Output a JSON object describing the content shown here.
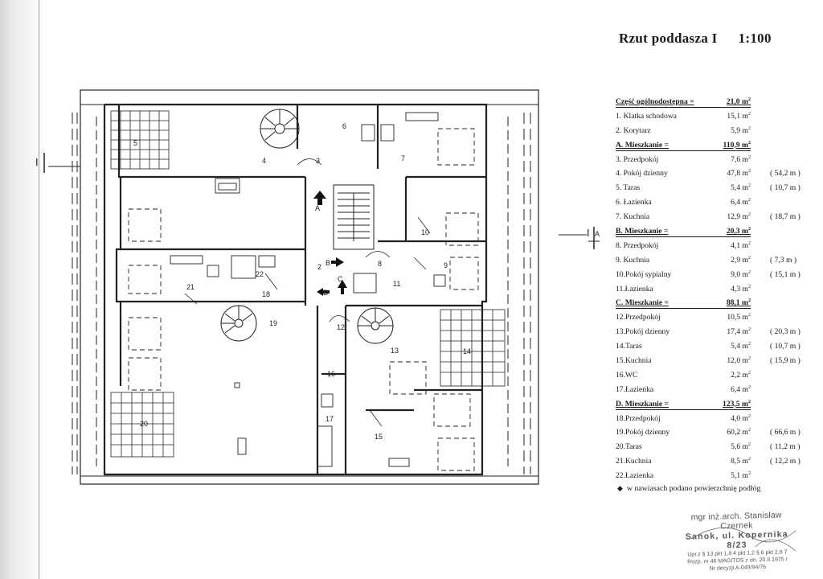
{
  "title": {
    "name": "Rzut poddasza I",
    "scale": "1:100"
  },
  "plan": {
    "section_markers": [
      "I",
      "I-A"
    ],
    "room_numbers": [
      "2",
      "3",
      "4",
      "5",
      "6",
      "7",
      "8",
      "9",
      "10",
      "11",
      "12",
      "13",
      "14",
      "15",
      "16",
      "17",
      "18",
      "19",
      "20",
      "21",
      "22"
    ],
    "entry_letters": [
      "A",
      "B",
      "C",
      "D"
    ]
  },
  "table": [
    {
      "label": "Część ogólnodostępna =",
      "area": "21,0 m",
      "floor": "",
      "head": true
    },
    {
      "label": "1. Klatka schodowa",
      "area": "15,1 m",
      "floor": ""
    },
    {
      "label": "2. Korytarz",
      "area": "5,9 m",
      "floor": ""
    },
    {
      "label": "A. Mieszkanie =",
      "area": "110,9 m",
      "floor": "",
      "head": true
    },
    {
      "label": "3. Przedpokój",
      "area": "7,6 m",
      "floor": ""
    },
    {
      "label": "4. Pokój dzienny",
      "area": "47,8 m",
      "floor": "( 54,2 m )"
    },
    {
      "label": "5. Taras",
      "area": "5,4 m",
      "floor": "( 10,7 m )"
    },
    {
      "label": "6. Łazienka",
      "area": "6,4 m",
      "floor": ""
    },
    {
      "label": "7. Kuchnia",
      "area": "12,9 m",
      "floor": "( 18,7 m )"
    },
    {
      "label": "B. Mieszkanie =",
      "area": "20,3 m",
      "floor": "",
      "head": true
    },
    {
      "label": "8. Przedpokój",
      "area": "4,1 m",
      "floor": ""
    },
    {
      "label": "9. Kuchnia",
      "area": "2,9 m",
      "floor": "( 7,3 m )"
    },
    {
      "label": "10.Pokój sypialny",
      "area": "9,0 m",
      "floor": "( 15,1 m )"
    },
    {
      "label": "11.Łazienka",
      "area": "4,3 m",
      "floor": ""
    },
    {
      "label": "C. Mieszkanie =",
      "area": "88,1 m",
      "floor": "",
      "head": true
    },
    {
      "label": "12.Przedpokój",
      "area": "10,5 m",
      "floor": ""
    },
    {
      "label": "13.Pokój dzienny",
      "area": "17,4 m",
      "floor": "( 20,3 m )"
    },
    {
      "label": "14.Taras",
      "area": "5,4 m",
      "floor": "( 10,7 m )"
    },
    {
      "label": "15.Kuchnia",
      "area": "12,0 m",
      "floor": "( 15,9 m )"
    },
    {
      "label": "16.WC",
      "area": "2,2 m",
      "floor": ""
    },
    {
      "label": "17.Łazienka",
      "area": "6,4 m",
      "floor": ""
    },
    {
      "label": "D. Mieszkanie =",
      "area": "123,5 m",
      "floor": "",
      "head": true
    },
    {
      "label": "18.Przedpokój",
      "area": "4,0 m",
      "floor": ""
    },
    {
      "label": "19.Pokój dzienny",
      "area": "60,2 m",
      "floor": "( 66,6 m )"
    },
    {
      "label": "20.Taras",
      "area": "5,6 m",
      "floor": "( 11,2 m )"
    },
    {
      "label": "21.Kuchnia",
      "area": "8,5 m",
      "floor": "( 12,2 m )"
    },
    {
      "label": "22.Łazienka",
      "area": "5,1 m",
      "floor": ""
    }
  ],
  "footnote": "w nawiasach podano powierzchnię podłóg",
  "stamp": {
    "line1": "mgr inż.arch. Stanisław Czernek",
    "line2": "Sanok, ul. Kopernika 8/23",
    "line3": "Upr.z § 13 pkt 1,8 4 pkt 1,2 § 6 pkt 2,8 7",
    "line4": "Rozp. nr 46 MAGITOS z dn. 20.II.1975 r",
    "line5": "Nr decyzji  A-049/94/76"
  }
}
